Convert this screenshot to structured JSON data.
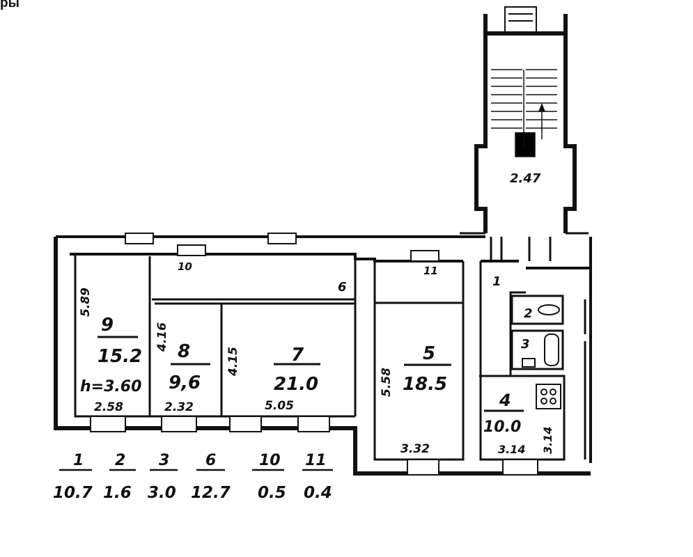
{
  "header": {
    "text": "ры"
  },
  "stair": {
    "label": "2.47"
  },
  "rooms": [
    {
      "num": "9",
      "area": "15.2",
      "height": "h=3.60",
      "width": "2.58",
      "length": "5.89"
    },
    {
      "num": "8",
      "area": "9,6",
      "width": "2.32",
      "length": "4.16"
    },
    {
      "num": "7",
      "area": "21.0",
      "width": "5.05",
      "length": "4.15"
    },
    {
      "num": "5",
      "area": "18.5",
      "width": "3.32",
      "length": "5.58"
    },
    {
      "num": "4",
      "area": "10.0",
      "width": "3.14",
      "length": "3.14"
    },
    {
      "num": "6"
    },
    {
      "num": "10"
    },
    {
      "num": "11"
    },
    {
      "num": "1"
    },
    {
      "num": "2"
    },
    {
      "num": "3"
    }
  ],
  "legend": [
    {
      "num": "1",
      "area": "10.7"
    },
    {
      "num": "2",
      "area": "1.6"
    },
    {
      "num": "3",
      "area": "3.0"
    },
    {
      "num": "6",
      "area": "12.7"
    },
    {
      "num": "10",
      "area": "0.5"
    },
    {
      "num": "11",
      "area": "0.4"
    }
  ],
  "colors": {
    "ink": "#111111",
    "paper": "#ffffff"
  }
}
